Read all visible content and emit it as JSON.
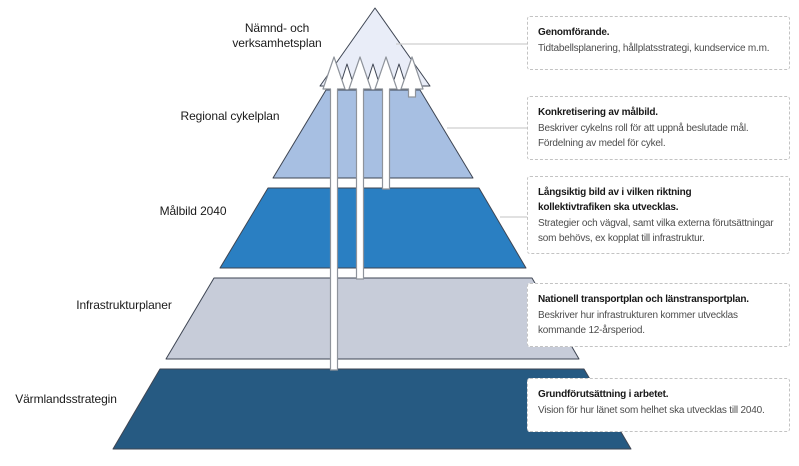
{
  "diagram": {
    "type": "pyramid",
    "colors": {
      "background": "#ffffff",
      "layer_stroke": "#3e4553",
      "arrow_fill": "#ffffff",
      "arrow_stroke": "#8e939b",
      "connector_line": "#cfcfcf",
      "box_border": "#c3c3c3",
      "box_title_text": "#181818",
      "box_body_text": "#4c4c4c",
      "label_text": "#1b1b1b"
    },
    "layers": [
      {
        "id": "namnd-och-verksamhetsplan",
        "label": "Nämnd- och\nverksamhetsplan",
        "fill": "#e9edf8",
        "box": {
          "title": "Genomförande.",
          "body": "Tidtabellsplanering, hållplatsstrategi, kundservice m.m."
        }
      },
      {
        "id": "regional-cykelplan",
        "label": "Regional cykelplan",
        "fill": "#a7bfe2",
        "box": {
          "title": "Konkretisering av målbild.",
          "body": "Beskriver cykelns roll för att uppnå beslutade mål.\nFördelning av medel för cykel."
        }
      },
      {
        "id": "malbild-2040",
        "label": "Målbild 2040",
        "fill": "#2a7fc2",
        "box": {
          "title": "Långsiktig bild av i vilken riktning\nkollektivtrafiken ska utvecklas.",
          "body": "Strategier och vägval, samt vilka externa förutsättningar\nsom behövs, ex kopplat till infrastruktur."
        }
      },
      {
        "id": "infrastrukturplaner",
        "label": "Infrastrukturplaner",
        "fill": "#c7ccd9",
        "box": {
          "title": "Nationell transportplan och länstransportplan.",
          "body": "Beskriver hur infrastrukturen kommer utvecklas\nkommande 12-årsperiod."
        }
      },
      {
        "id": "varmlandsstrategin",
        "label": "Värmlandsstrategin",
        "fill": "#265a82",
        "box": {
          "title": "Grundförutsättning i arbetet.",
          "body": "Vision för hur länet som helhet ska utvecklas till 2040."
        }
      }
    ],
    "arrows": [
      {
        "from": "varmlandsstrategin",
        "to": "namnd-och-verksamhetsplan"
      },
      {
        "from": "infrastrukturplaner",
        "to": "namnd-och-verksamhetsplan"
      },
      {
        "from": "malbild-2040",
        "to": "namnd-och-verksamhetsplan"
      },
      {
        "from": "regional-cykelplan",
        "to": "namnd-och-verksamhetsplan"
      }
    ]
  }
}
